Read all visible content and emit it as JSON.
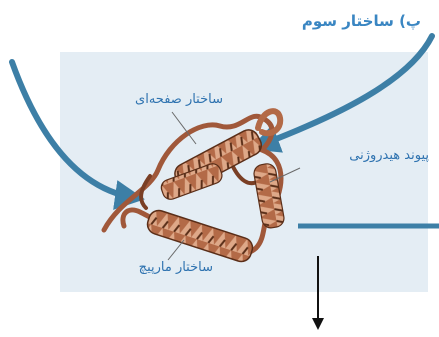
{
  "title": "پ) ساختار سوم",
  "labels": {
    "sheet_structure": "ساختار صفحه‌ای",
    "hydrogen_bond": "پیوند هیدروژنی",
    "helix_structure": "ساختار مارپیچ"
  },
  "colors": {
    "panel_background": "#e4edf4",
    "arrow": "#3d7fa6",
    "protein_dark": "#5a2e18",
    "protein_mid": "#a0583a",
    "protein_light": "#e6b191",
    "label_text": "#2f73b0",
    "title_text": "#3a86c2",
    "down_arrow": "#111111"
  },
  "icons": {
    "protein_ribbon": "tertiary-protein-structure-illustration",
    "down_arrow": "arrow-down-icon"
  }
}
